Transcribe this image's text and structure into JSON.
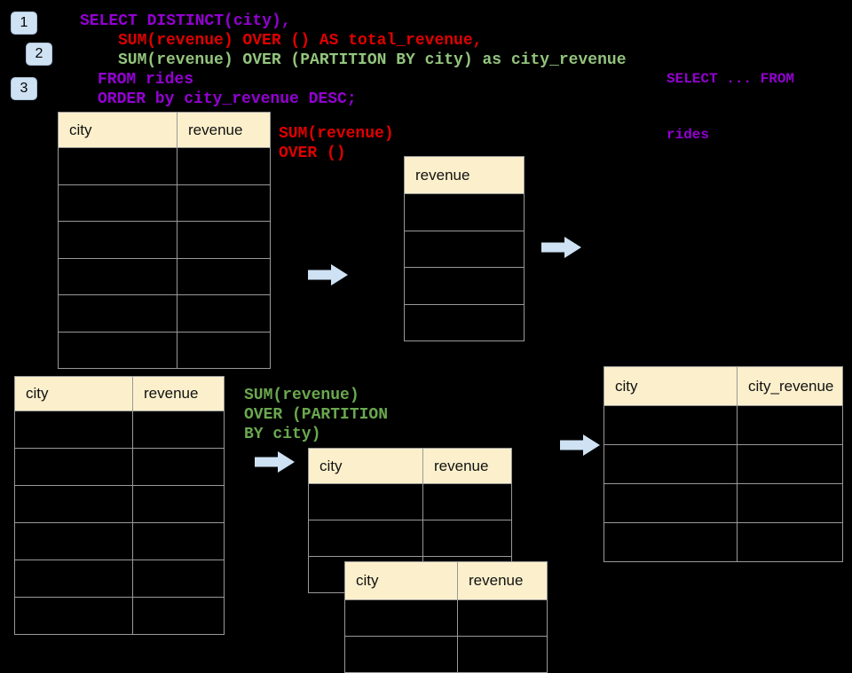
{
  "colors": {
    "background": "#000000",
    "code-purple": "#9400D3",
    "code-red": "#E00000",
    "code-green-light": "#93C47D",
    "code-green": "#6AA84F",
    "table-header-bg": "#FCF0CC",
    "table-border": "#999999",
    "arrow-blue": "#CFE2F3",
    "badge-bg": "#CFE2F3"
  },
  "badges": {
    "one": "1",
    "two": "2",
    "three": "3"
  },
  "sql": {
    "line1": "SELECT DISTINCT(city),",
    "line2": "SUM(revenue) OVER () AS total_revenue,",
    "line3": "SUM(revenue) OVER (PARTITION BY city) as city_revenue",
    "line4": "FROM rides",
    "line5": "ORDER by city_revenue DESC;"
  },
  "side_note": {
    "line1": "SELECT ... FROM",
    "line2": "rides"
  },
  "annotation_total": {
    "line1": "SUM(revenue)",
    "line2": "OVER ()"
  },
  "annotation_partition": {
    "line1": "SUM(revenue)",
    "line2": "OVER (PARTITION",
    "line3": "BY city)"
  },
  "tables": {
    "rides_top": {
      "headers": [
        "city",
        "revenue"
      ],
      "rows": 6
    },
    "revenue_only": {
      "headers": [
        "revenue"
      ],
      "rows": 4
    },
    "rides_bottom": {
      "headers": [
        "city",
        "revenue"
      ],
      "rows": 6
    },
    "partition_mid": {
      "headers": [
        "city",
        "revenue"
      ],
      "rows": 3
    },
    "partition_overlap": {
      "headers": [
        "city",
        "revenue"
      ],
      "rows": 2
    },
    "result": {
      "headers": [
        "city",
        "city_revenue"
      ],
      "rows": 4
    }
  }
}
